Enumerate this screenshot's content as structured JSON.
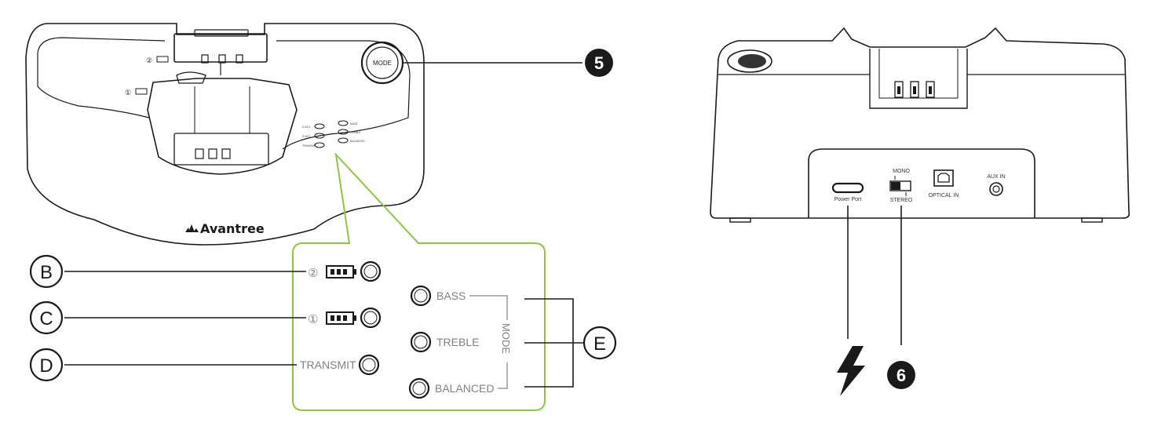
{
  "front_view": {
    "brand": "Avantree",
    "mode_button_label": "MODE",
    "slot_numbers": [
      "②",
      "①"
    ],
    "tiny_led_labels": [
      "S-BC1",
      "S-BC2",
      "TRANSMIT",
      "BASS",
      "TREBLE",
      "BALANCED"
    ]
  },
  "callouts": {
    "five": "5",
    "six": "6",
    "b": "B",
    "c": "C",
    "d": "D",
    "e": "E"
  },
  "inset": {
    "slot2_number": "②",
    "slot1_number": "①",
    "transmit_label": "TRANSMIT",
    "bass_label": "BASS",
    "treble_label": "TREBLE",
    "balanced_label": "BALANCED",
    "mode_label": "MODE",
    "frame_color": "#8cc63f"
  },
  "back_view": {
    "power_port_label": "Power Port",
    "mono_label": "MONO",
    "stereo_label": "STEREO",
    "optical_label": "OPTICAL IN",
    "aux_label": "AUX IN"
  },
  "icons": {
    "power": "lightning-bolt-icon"
  }
}
